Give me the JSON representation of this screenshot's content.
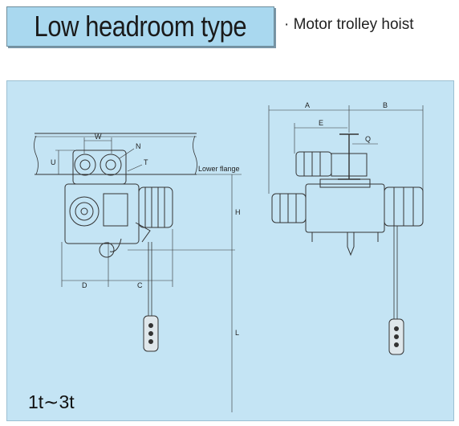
{
  "header": {
    "title": "Low headroom type",
    "subtitle": "· Motor trolley hoist"
  },
  "diagram": {
    "capacity_label": "1t∼3t",
    "side_view_labels": {
      "w": "W",
      "n": "N",
      "u": "U",
      "t": "T",
      "lower_flange": "Lower flange",
      "h": "H",
      "d": "D",
      "c": "C",
      "l": "L"
    },
    "front_view_labels": {
      "a": "A",
      "b": "B",
      "e": "E",
      "q": "Q"
    }
  }
}
